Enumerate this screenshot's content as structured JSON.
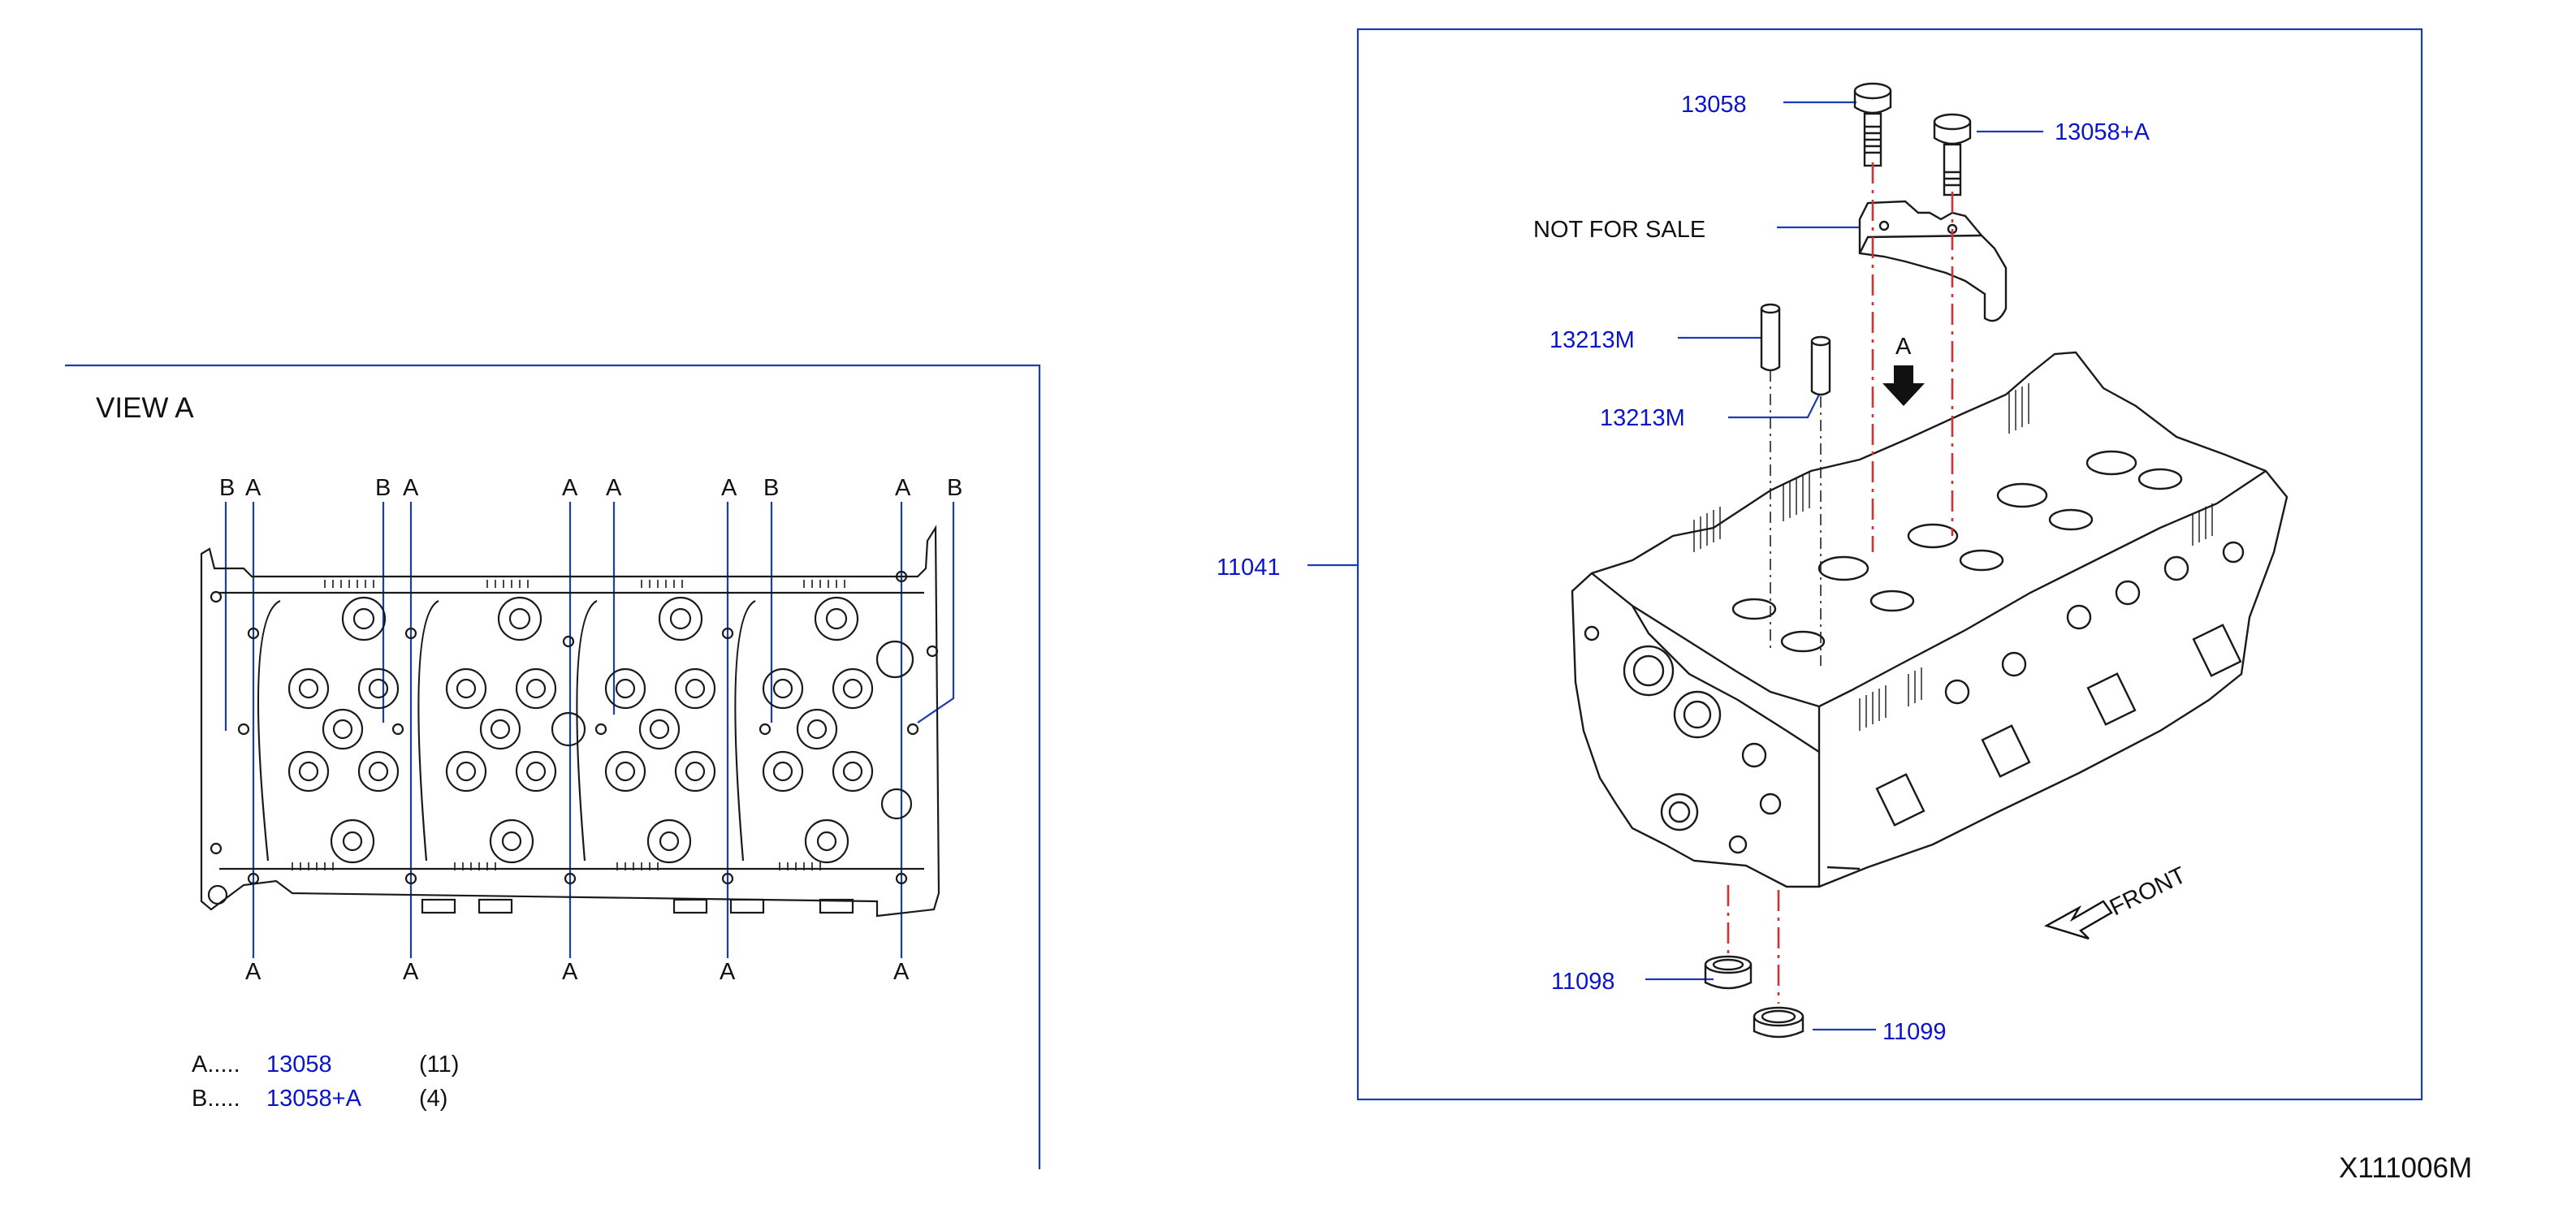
{
  "view_a": {
    "title": "VIEW   A",
    "top_labels": [
      "B",
      "A",
      "B",
      "A",
      "A",
      "A",
      "A",
      "B",
      "A",
      "B"
    ],
    "bottom_labels": [
      "A",
      "A",
      "A",
      "A",
      "A"
    ],
    "legend": [
      {
        "key": "A.....",
        "part": "13058",
        "qty": "(11)"
      },
      {
        "key": "B.....",
        "part": "13058+A",
        "qty": "(4)"
      }
    ]
  },
  "main": {
    "part_numbers": {
      "bolt_a": "13058",
      "bolt_b": "13058+A",
      "bracket": "NOT   FOR   SALE",
      "dowel_1": "13213M",
      "dowel_2": "13213M",
      "head": "11041",
      "seal_1": "11098",
      "seal_2": "11099"
    },
    "arrow_label": "A",
    "front_label": "FRONT"
  },
  "diagram_code": "X111006M",
  "colors": {
    "callout": "#0a14c8",
    "leader": "#1a3cb4",
    "centerline": "#d83030",
    "linework": "#1a1a1a"
  }
}
